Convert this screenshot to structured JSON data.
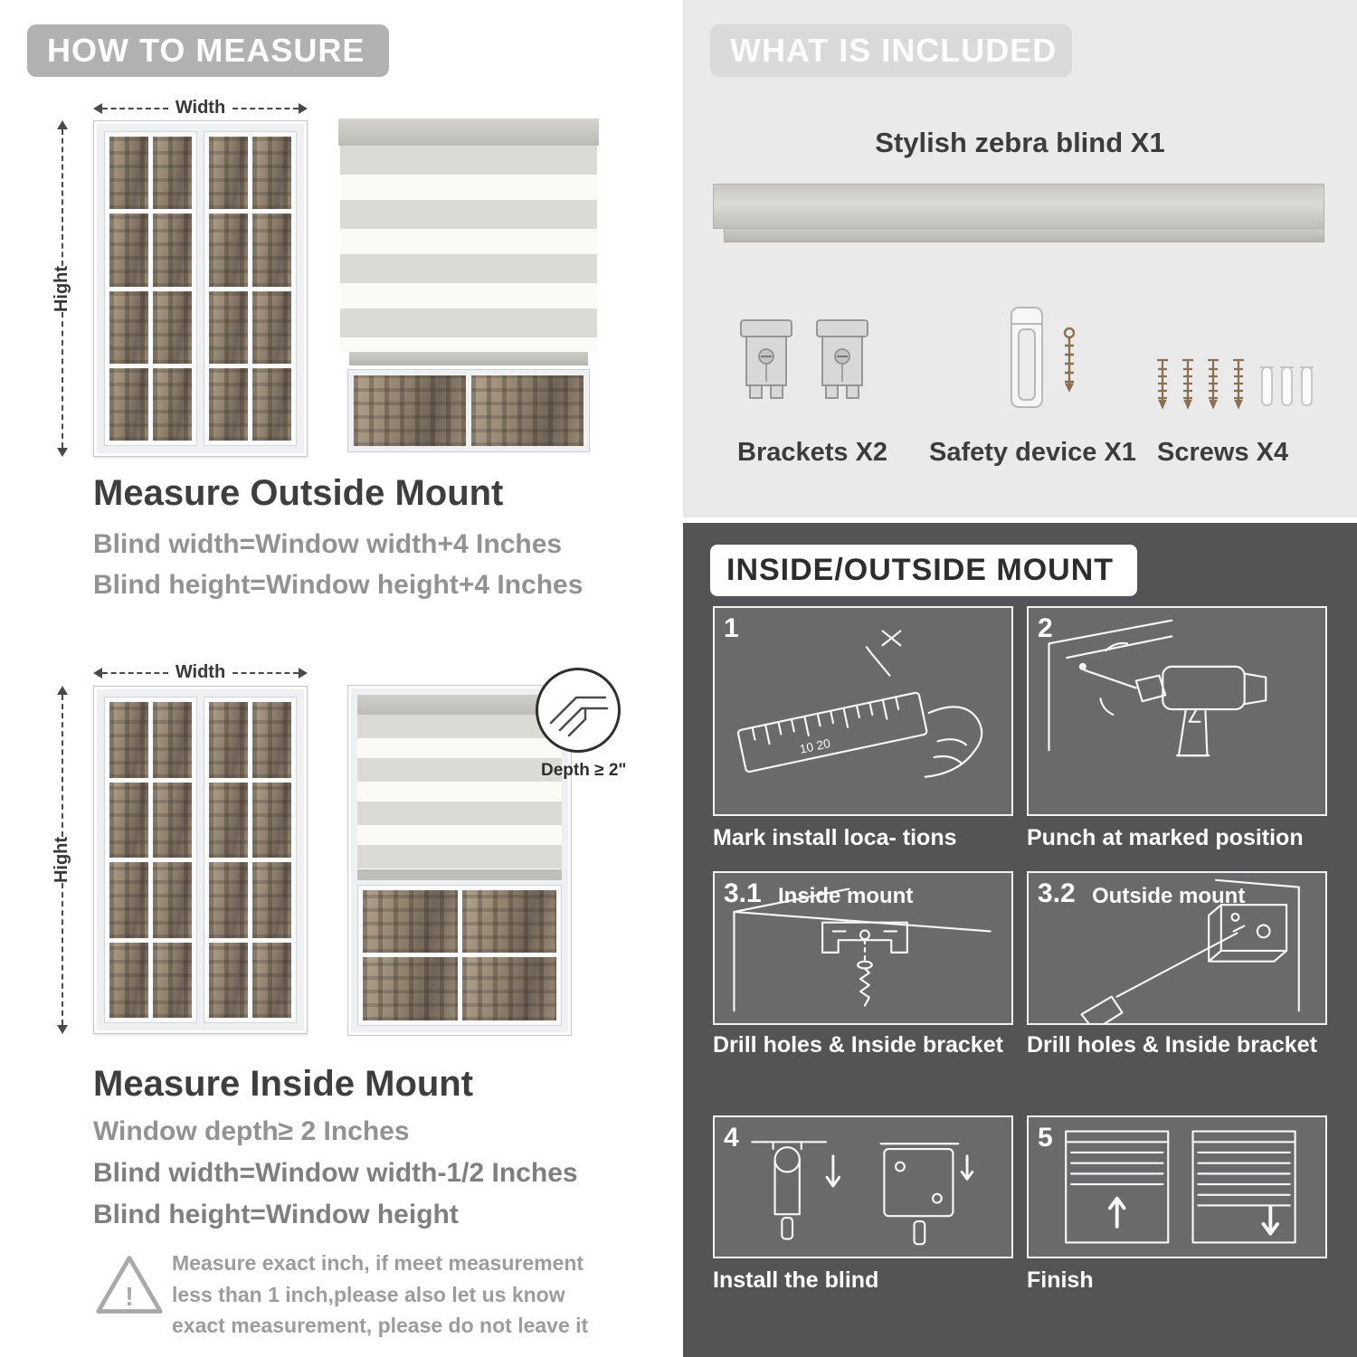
{
  "left": {
    "header": "HOW TO MEASURE",
    "outside_mount": {
      "width_label": "Width",
      "height_label": "Hight",
      "title": "Measure Outside Mount",
      "rule1": "Blind width=Window width+4 Inches",
      "rule2": "Blind height=Window height+4 Inches"
    },
    "inside_mount": {
      "width_label": "Width",
      "height_label": "Hight",
      "depth_label": "Depth ≥ 2\"",
      "title": "Measure Inside Mount",
      "rule1": "Window depth≥ 2 Inches",
      "rule2": "Blind width=Window width-1/2 Inches",
      "rule3": "Blind height=Window height"
    },
    "note_mark": "!",
    "note": "Measure exact inch, if meet measurement less than 1 inch,please also let us know exact measurement, please do not leave it"
  },
  "right": {
    "included": {
      "header": "WHAT IS INCLUDED",
      "blind_label": "Stylish zebra blind X1",
      "brackets_label": "Brackets X2",
      "safety_label": "Safety device X1",
      "screws_label": "Screws X4"
    },
    "mount_steps": {
      "header": "INSIDE/OUTSIDE MOUNT",
      "steps": [
        {
          "num": "1",
          "caption": "Mark install loca- tions",
          "ruler_marks": "10   20"
        },
        {
          "num": "2",
          "caption": "Punch at  marked position"
        },
        {
          "num": "3.1",
          "label": "Inside mount",
          "caption": "Drill holes &  Inside bracket"
        },
        {
          "num": "3.2",
          "label": "Outside mount",
          "caption": "Drill holes &  Inside bracket"
        },
        {
          "num": "4",
          "caption": "Install the blind"
        },
        {
          "num": "5",
          "caption": "Finish"
        }
      ]
    }
  },
  "colors": {
    "left_header_bg": "#b1b1b1",
    "included_bg": "#eaeaeb",
    "included_header_bg": "#dadada",
    "dark_section_bg": "#545457",
    "heading_text": "#3e3e3e",
    "rule_text": "#929292"
  }
}
